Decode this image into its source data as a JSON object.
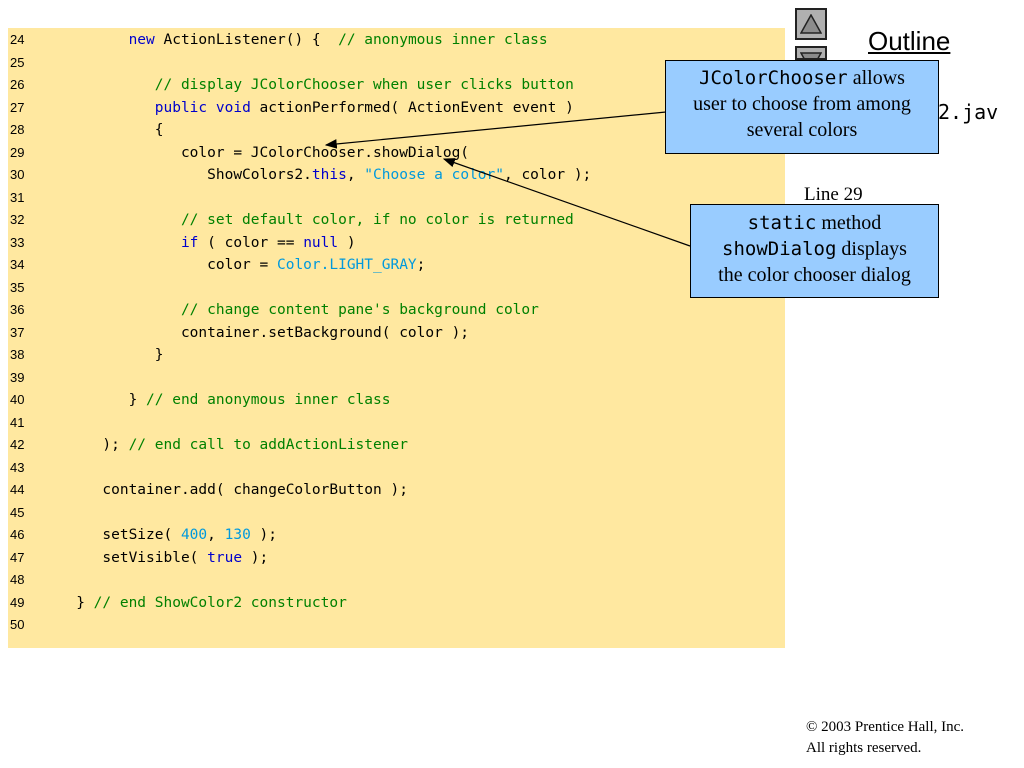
{
  "slide": {
    "outline_title": "Outline",
    "file_name": "2.jav",
    "line_reference": "Line 29",
    "nav": {
      "up_icon": "triangle-up-icon",
      "down_icon": "triangle-down-icon"
    }
  },
  "code": {
    "lines": [
      {
        "num": "24",
        "tokens": [
          [
            "t",
            "         "
          ],
          [
            "k",
            "new"
          ],
          [
            "t",
            " ActionListener() {  "
          ],
          [
            "c",
            "// anonymous inner class"
          ]
        ]
      },
      {
        "num": "25",
        "tokens": []
      },
      {
        "num": "26",
        "tokens": [
          [
            "t",
            "            "
          ],
          [
            "c",
            "// display JColorChooser when user clicks button"
          ]
        ]
      },
      {
        "num": "27",
        "tokens": [
          [
            "t",
            "            "
          ],
          [
            "k",
            "public"
          ],
          [
            "t",
            " "
          ],
          [
            "k",
            "void"
          ],
          [
            "t",
            " actionPerformed( ActionEvent event )"
          ]
        ]
      },
      {
        "num": "28",
        "tokens": [
          [
            "t",
            "            {"
          ]
        ]
      },
      {
        "num": "29",
        "tokens": [
          [
            "t",
            "               color = JColorChooser.showDialog("
          ]
        ]
      },
      {
        "num": "30",
        "tokens": [
          [
            "t",
            "                  ShowColors2."
          ],
          [
            "k",
            "this"
          ],
          [
            "t",
            ", "
          ],
          [
            "s",
            "\"Choose a color\""
          ],
          [
            "t",
            ", color );"
          ]
        ]
      },
      {
        "num": "31",
        "tokens": []
      },
      {
        "num": "32",
        "tokens": [
          [
            "t",
            "               "
          ],
          [
            "c",
            "// set default color, if no color is returned"
          ]
        ]
      },
      {
        "num": "33",
        "tokens": [
          [
            "t",
            "               "
          ],
          [
            "k",
            "if"
          ],
          [
            "t",
            " ( color == "
          ],
          [
            "k",
            "null"
          ],
          [
            "t",
            " )"
          ]
        ]
      },
      {
        "num": "34",
        "tokens": [
          [
            "t",
            "                  color = "
          ],
          [
            "n",
            "Color.LIGHT_GRAY"
          ],
          [
            "t",
            ";"
          ]
        ]
      },
      {
        "num": "35",
        "tokens": []
      },
      {
        "num": "36",
        "tokens": [
          [
            "t",
            "               "
          ],
          [
            "c",
            "// change content pane's background color"
          ]
        ]
      },
      {
        "num": "37",
        "tokens": [
          [
            "t",
            "               container.setBackground( color );"
          ]
        ]
      },
      {
        "num": "38",
        "tokens": [
          [
            "t",
            "            }"
          ]
        ]
      },
      {
        "num": "39",
        "tokens": []
      },
      {
        "num": "40",
        "tokens": [
          [
            "t",
            "         } "
          ],
          [
            "c",
            "// end anonymous inner class"
          ]
        ]
      },
      {
        "num": "41",
        "tokens": []
      },
      {
        "num": "42",
        "tokens": [
          [
            "t",
            "      ); "
          ],
          [
            "c",
            "// end call to addActionListener"
          ]
        ]
      },
      {
        "num": "43",
        "tokens": []
      },
      {
        "num": "44",
        "tokens": [
          [
            "t",
            "      container.add( changeColorButton );"
          ]
        ]
      },
      {
        "num": "45",
        "tokens": []
      },
      {
        "num": "46",
        "tokens": [
          [
            "t",
            "      setSize( "
          ],
          [
            "n",
            "400"
          ],
          [
            "t",
            ", "
          ],
          [
            "n",
            "130"
          ],
          [
            "t",
            " );"
          ]
        ]
      },
      {
        "num": "47",
        "tokens": [
          [
            "t",
            "      setVisible( "
          ],
          [
            "k",
            "true"
          ],
          [
            "t",
            " );"
          ]
        ]
      },
      {
        "num": "48",
        "tokens": []
      },
      {
        "num": "49",
        "tokens": [
          [
            "t",
            "   } "
          ],
          [
            "c",
            "// end ShowColor2 constructor"
          ]
        ]
      },
      {
        "num": "50",
        "tokens": []
      }
    ]
  },
  "callouts": {
    "first": {
      "code": "JColorChooser",
      "text_1": " allows",
      "text_2": "user to choose from among",
      "text_3": "several colors"
    },
    "second": {
      "code_1": "static",
      "text_1": " method",
      "code_2": "showDialog",
      "text_2": " displays",
      "text_3": "the color chooser dialog"
    }
  },
  "footer": {
    "copyright": "© 2003 Prentice Hall, Inc.",
    "rights": "All rights reserved."
  },
  "colors": {
    "code_background": "#ffe8a0",
    "callout_background": "#99ccff",
    "keyword": "#0000cc",
    "comment": "#008000",
    "literal": "#0099dd"
  }
}
